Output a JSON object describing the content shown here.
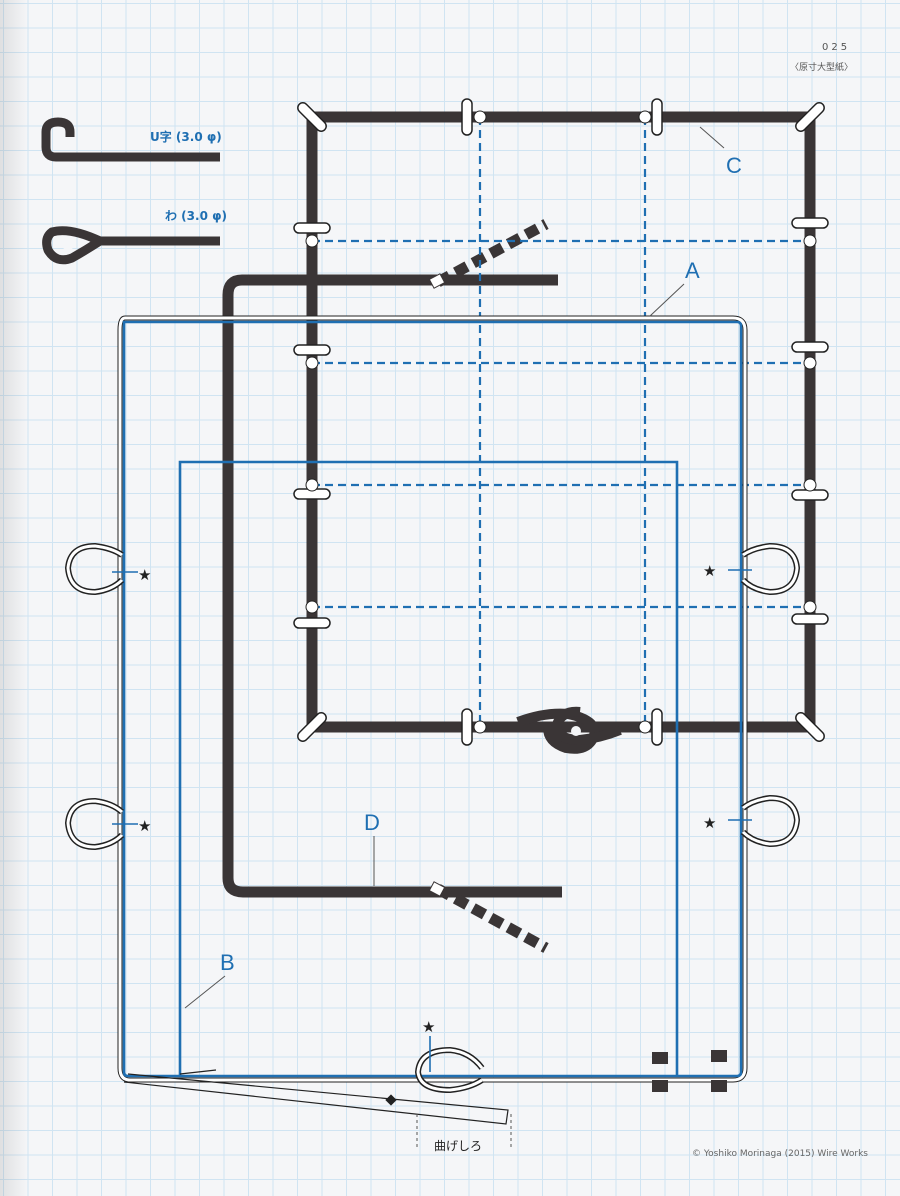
{
  "header": {
    "page_number": "025",
    "subtitle": "〈原寸大型紙〉"
  },
  "legend": {
    "u_shape_label": "U字 (3.0 φ)",
    "loop_label": "わ (3.0 φ)"
  },
  "labels": {
    "a": "A",
    "b": "B",
    "c": "C",
    "d": "D",
    "bend_margin": "曲げしろ",
    "star": "★"
  },
  "footer": {
    "copyright": "© Yoshiko Morinaga (2015) Wire Works"
  },
  "icons": {
    "u_hook": "u-hook-wire-icon",
    "loop": "loop-wire-icon",
    "star": "star-icon",
    "tie": "wire-tie-icon"
  },
  "colors": {
    "wire_dark": "#3a3536",
    "wire_blue": "#1f6fb2",
    "grid": "#d0e4f2",
    "paper": "#f5f6f8"
  }
}
